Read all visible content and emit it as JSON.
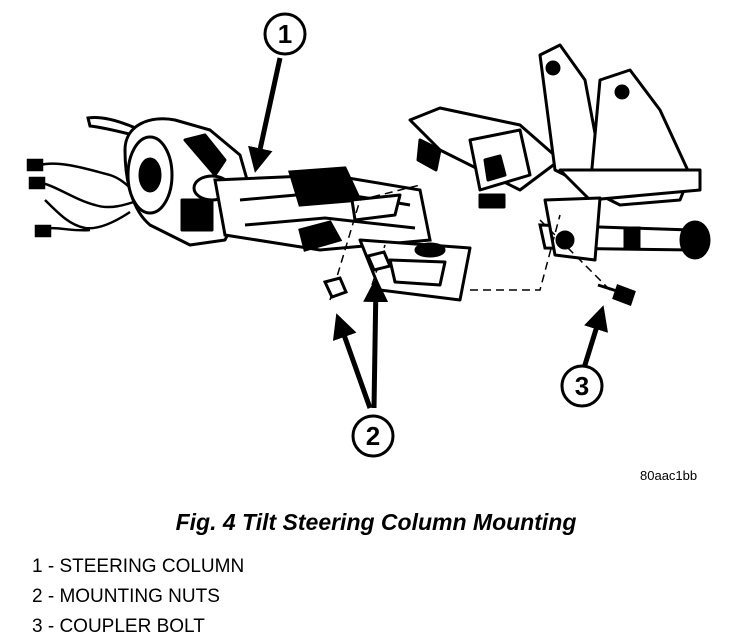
{
  "callouts": [
    "1",
    "2",
    "3"
  ],
  "image_code": "80aac1bb",
  "caption": "Fig. 4 Tilt Steering Column Mounting",
  "legend": [
    "1 - STEERING COLUMN",
    "2 - MOUNTING NUTS",
    "3 - COUPLER BOLT"
  ]
}
